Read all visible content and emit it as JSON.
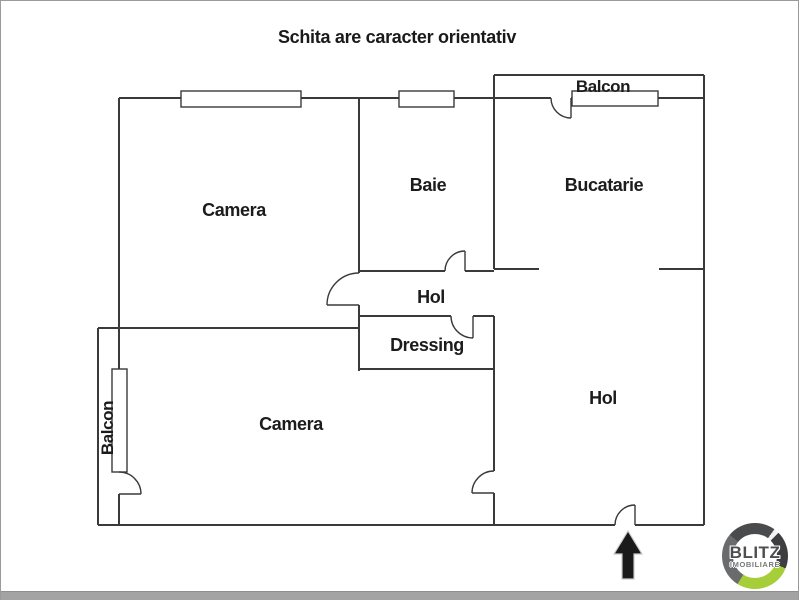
{
  "title": "Schita are caracter orientativ",
  "rooms": {
    "camera1": "Camera",
    "baie": "Baie",
    "bucatarie": "Bucatarie",
    "balcon_top": "Balcon",
    "hol1": "Hol",
    "dressing": "Dressing",
    "camera2": "Camera",
    "hol2": "Hol",
    "balcon_left": "Balcon"
  },
  "logo": {
    "brand": "BLITZ",
    "subtitle": "IMOBILIARE"
  },
  "colors": {
    "wall_line": "#3a3a3a",
    "label_text": "#1c1c1c",
    "frame_border": "#9b9b9b",
    "bottom_bar": "#a3a3a3",
    "arrow_fill": "#1a1a1a",
    "logo_gray": "#4d4e50",
    "logo_green": "#a6ce38",
    "background": "#ffffff"
  }
}
